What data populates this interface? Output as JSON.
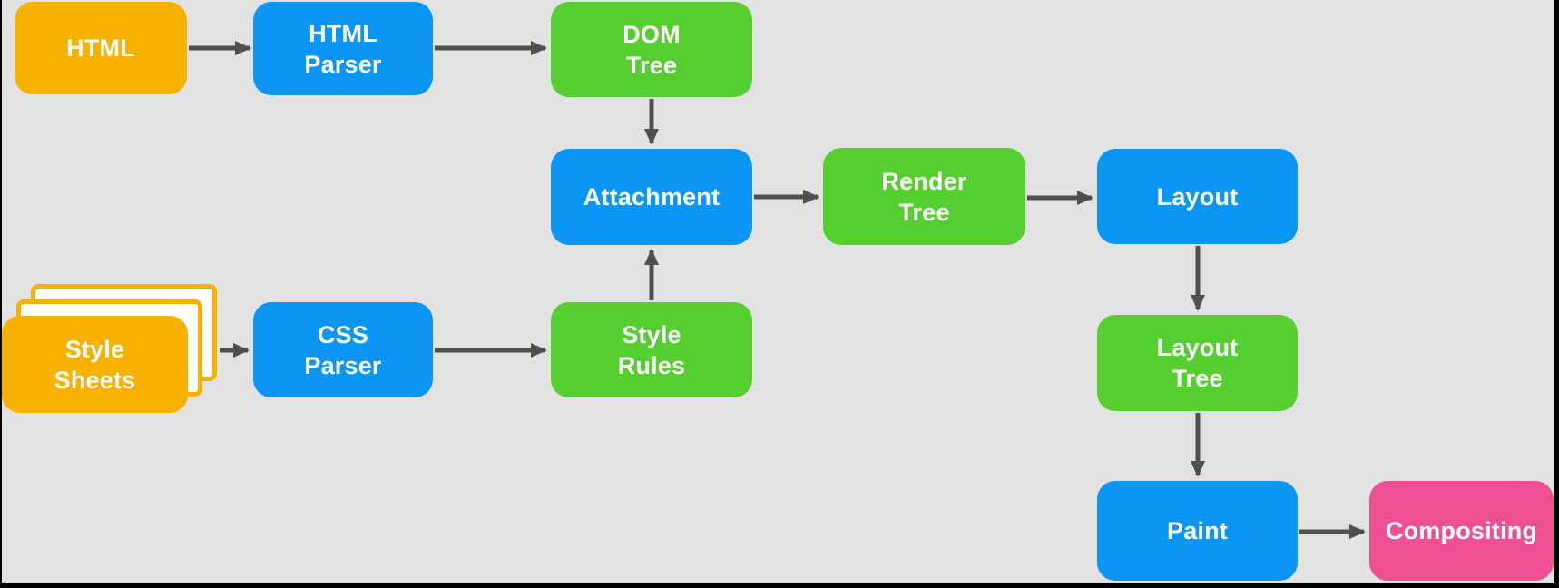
{
  "diagram": {
    "description": "Browser rendering pipeline flowchart",
    "background_color": "#E2E2E2",
    "frame_color": "#000000",
    "colors": {
      "source_orange": "#F7B100",
      "process_blue": "#0A96F2",
      "tree_green": "#55CF2F",
      "final_pink": "#EE4F95",
      "arrow_gray": "#4F4F4F",
      "label_text": "#FFFFFF",
      "sheet_fill": "#FFFFFF"
    },
    "nodes": {
      "html": {
        "label": "HTML"
      },
      "html_parser": {
        "line1": "HTML",
        "line2": "Parser"
      },
      "dom_tree": {
        "line1": "DOM",
        "line2": "Tree"
      },
      "attachment": {
        "label": "Attachment"
      },
      "render_tree": {
        "line1": "Render",
        "line2": "Tree"
      },
      "layout": {
        "label": "Layout"
      },
      "style_sheets": {
        "line1": "Style",
        "line2": "Sheets"
      },
      "css_parser": {
        "line1": "CSS",
        "line2": "Parser"
      },
      "style_rules": {
        "line1": "Style",
        "line2": "Rules"
      },
      "layout_tree": {
        "line1": "Layout",
        "line2": "Tree"
      },
      "paint": {
        "label": "Paint"
      },
      "compositing": {
        "label": "Compositing"
      }
    },
    "edges": [
      {
        "from": "HTML",
        "to": "HTML Parser"
      },
      {
        "from": "HTML Parser",
        "to": "DOM Tree"
      },
      {
        "from": "DOM Tree",
        "to": "Attachment"
      },
      {
        "from": "Style Sheets",
        "to": "CSS Parser"
      },
      {
        "from": "CSS Parser",
        "to": "Style Rules"
      },
      {
        "from": "Style Rules",
        "to": "Attachment"
      },
      {
        "from": "Attachment",
        "to": "Render Tree"
      },
      {
        "from": "Render Tree",
        "to": "Layout"
      },
      {
        "from": "Layout",
        "to": "Layout Tree"
      },
      {
        "from": "Layout Tree",
        "to": "Paint"
      },
      {
        "from": "Paint",
        "to": "Compositing"
      }
    ]
  }
}
